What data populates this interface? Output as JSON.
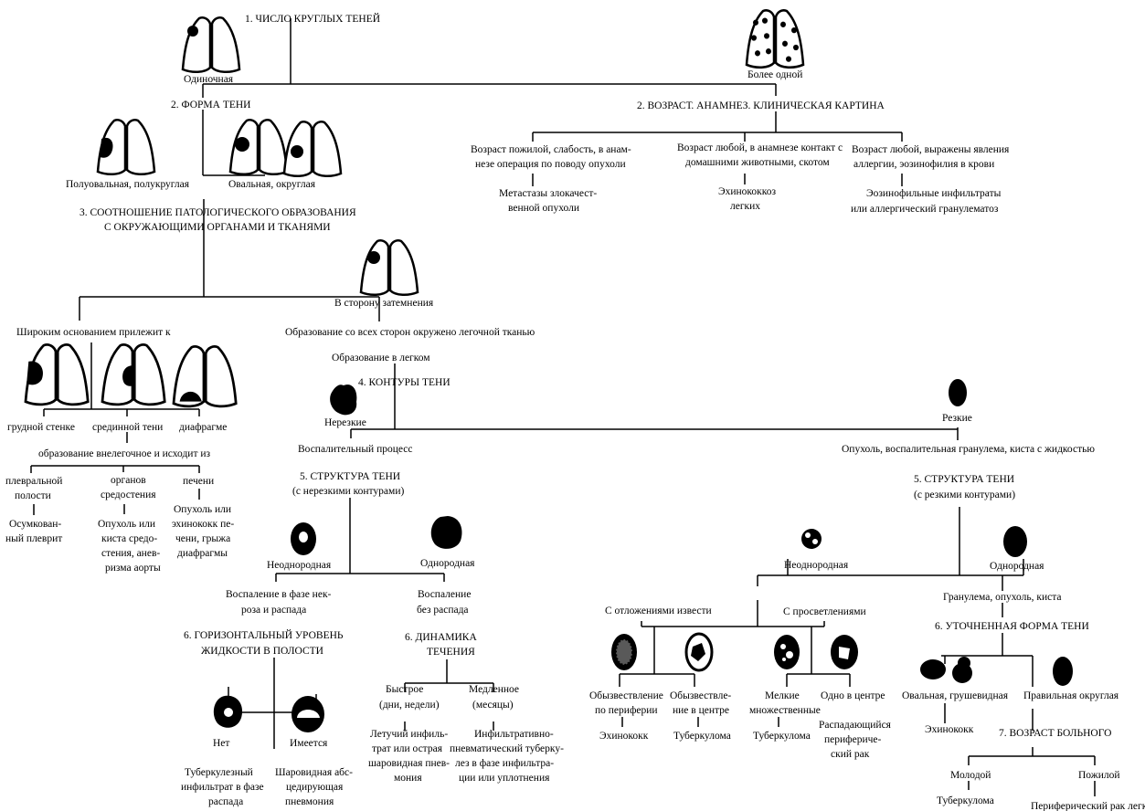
{
  "labels": {
    "h1": "1. ЧИСЛО КРУГЛЫХ ТЕНЕЙ",
    "single": "Одиночная",
    "multiple": "Более одной",
    "h2_form": "2. ФОРМА ТЕНИ",
    "h2_age": "2. ВОЗРАСТ. АНАМНЕЗ. КЛИНИЧЕСКАЯ КАРТИНА",
    "age_a_1": "Возраст пожилой, слабость, в анам-",
    "age_a_2": "незе операция по поводу опухоли",
    "age_a_r1": "Метастазы злокачест-",
    "age_a_r2": "венной опухоли",
    "age_b_1": "Возраст любой, в анамнезе контакт с",
    "age_b_2": "домашними животными, скотом",
    "age_b_r1": "Эхинококкоз",
    "age_b_r2": "легких",
    "age_c_1": "Возраст любой, выражены явления",
    "age_c_2": "аллергии, эозинофилия в крови",
    "age_c_r1": "Эозинофильные инфильтраты",
    "age_c_r2": "или аллергический гранулематоз",
    "semi": "Полуовальная, полукруглая",
    "oval": "Овальная, округлая",
    "h3_1": "3. СООТНОШЕНИЕ ПАТОЛОГИЧЕСКОГО ОБРАЗОВАНИЯ",
    "h3_2": "С ОКРУЖАЮЩИМИ ОРГАНАМИ И ТКАНЯМИ",
    "toward": "В сторону затемнения",
    "broad": "Широким основанием прилежит к",
    "surrounded": "Образование со всех сторон окружено легочной тканью",
    "in_lung": "Образование в легком",
    "chest": "грудной стенке",
    "median": "срединной тени",
    "diaphragm": "диафрагме",
    "extrapulm": "образование внелегочное и исходит из",
    "pleural_1": "плевральной",
    "pleural_2": "полости",
    "pleural_r1": "Осумкован-",
    "pleural_r2": "ный плеврит",
    "medi_1": "органов",
    "medi_2": "средостения",
    "medi_r1": "Опухоль или",
    "medi_r2": "киста средо-",
    "medi_r3": "стения, анев-",
    "medi_r4": "ризма аорты",
    "liver": "печени",
    "liver_r1": "Опухоль или",
    "liver_r2": "эхинококк пе-",
    "liver_r3": "чени, грыжа",
    "liver_r4": "диафрагмы",
    "h4": "4. КОНТУРЫ ТЕНИ",
    "blurry": "Нерезкие",
    "sharp": "Резкие",
    "inflam": "Воспалительный процесс",
    "tumor_list": "Опухоль, воспалительная гранулема, киста с жидкостью",
    "h5a_1": "5. СТРУКТУРА ТЕНИ",
    "h5a_2": "(с нерезкими контурами)",
    "h5b_1": "5. СТРУКТУРА ТЕНИ",
    "h5b_2": "(с резкими контурами)",
    "hetero": "Неоднородная",
    "homo": "Однородная",
    "necro_1": "Воспаление в фазе нек-",
    "necro_2": "роза и распада",
    "nodecay_1": "Воспаление",
    "nodecay_2": "без распада",
    "h6h_1": "6. ГОРИЗОНТАЛЬНЫЙ УРОВЕНЬ",
    "h6h_2": "ЖИДКОСТИ В ПОЛОСТИ",
    "h6d_1": "6. ДИНАМИКА",
    "h6d_2": "ТЕЧЕНИЯ",
    "no": "Нет",
    "yes": "Имеется",
    "tb_inf_1": "Туберкулезный",
    "tb_inf_2": "инфильтрат в фазе",
    "tb_inf_3": "распада",
    "abscess_1": "Шаровидная абс-",
    "abscess_2": "цедирующая",
    "abscess_3": "пневмония",
    "fast_1": "Быстрое",
    "fast_2": "(дни, недели)",
    "slow_1": "Медленное",
    "slow_2": "(месяцы)",
    "fast_r1": "Летучий инфиль-",
    "fast_r2": "трат или острая",
    "fast_r3": "шаровидная пнев-",
    "fast_r4": "мония",
    "slow_r1": "Инфильтративно-",
    "slow_r2": "пневматический туберку-",
    "slow_r3": "лез в фазе инфильтра-",
    "slow_r4": "ции или уплотнения",
    "calc": "С отложениями извести",
    "clear": "С просветлениями",
    "granuloma": "Гранулема, опухоль, киста",
    "h6f": "6. УТОЧНЕННАЯ ФОРМА ТЕНИ",
    "calc_p1": "Обызвествление",
    "calc_p2": "по периферии",
    "calc_c1": "Обызвествле-",
    "calc_c2": "ние в центре",
    "echino": "Эхинококк",
    "tuberculoma": "Туберкулома",
    "small_1": "Мелкие",
    "small_2": "множественные",
    "center": "Одно в центре",
    "decay_1": "Распадающийся",
    "decay_2": "перифериче-",
    "decay_3": "ский рак",
    "ovalpear": "Овальная, грушевидная",
    "round": "Правильная округлая",
    "echino2": "Эхинококк",
    "h7": "7. ВОЗРАСТ БОЛЬНОГО",
    "young": "Молодой",
    "old": "Пожилой",
    "tuberculoma2": "Туберкулома",
    "periph_cancer": "Периферический рак легкого"
  }
}
